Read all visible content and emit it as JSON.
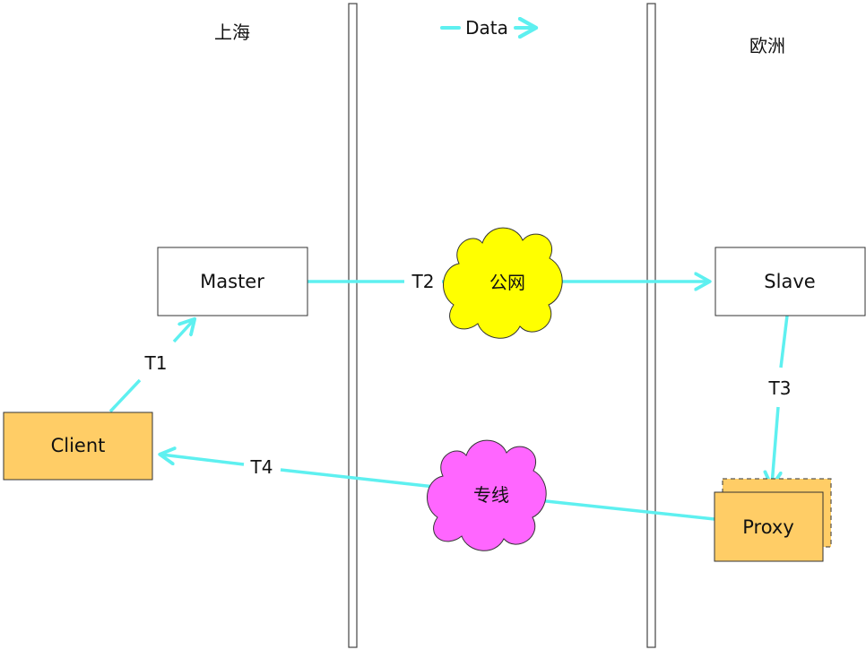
{
  "regions": {
    "shanghai": "上海",
    "europe": "欧洲"
  },
  "legend": {
    "label": "Data",
    "color": "#5ef0f0"
  },
  "nodes": {
    "master": "Master",
    "slave": "Slave",
    "client": "Client",
    "proxy": "Proxy",
    "public_network": "公网",
    "dedicated_line": "专线"
  },
  "edges": {
    "t1": "T1",
    "t2": "T2",
    "t3": "T3",
    "t4": "T4"
  },
  "colors": {
    "arrow": "#5ef0f0",
    "cloud_public": "#ffff00",
    "cloud_dedicated": "#ff66ff",
    "orange_box": "#ffcd66",
    "box_border": "#333333"
  }
}
